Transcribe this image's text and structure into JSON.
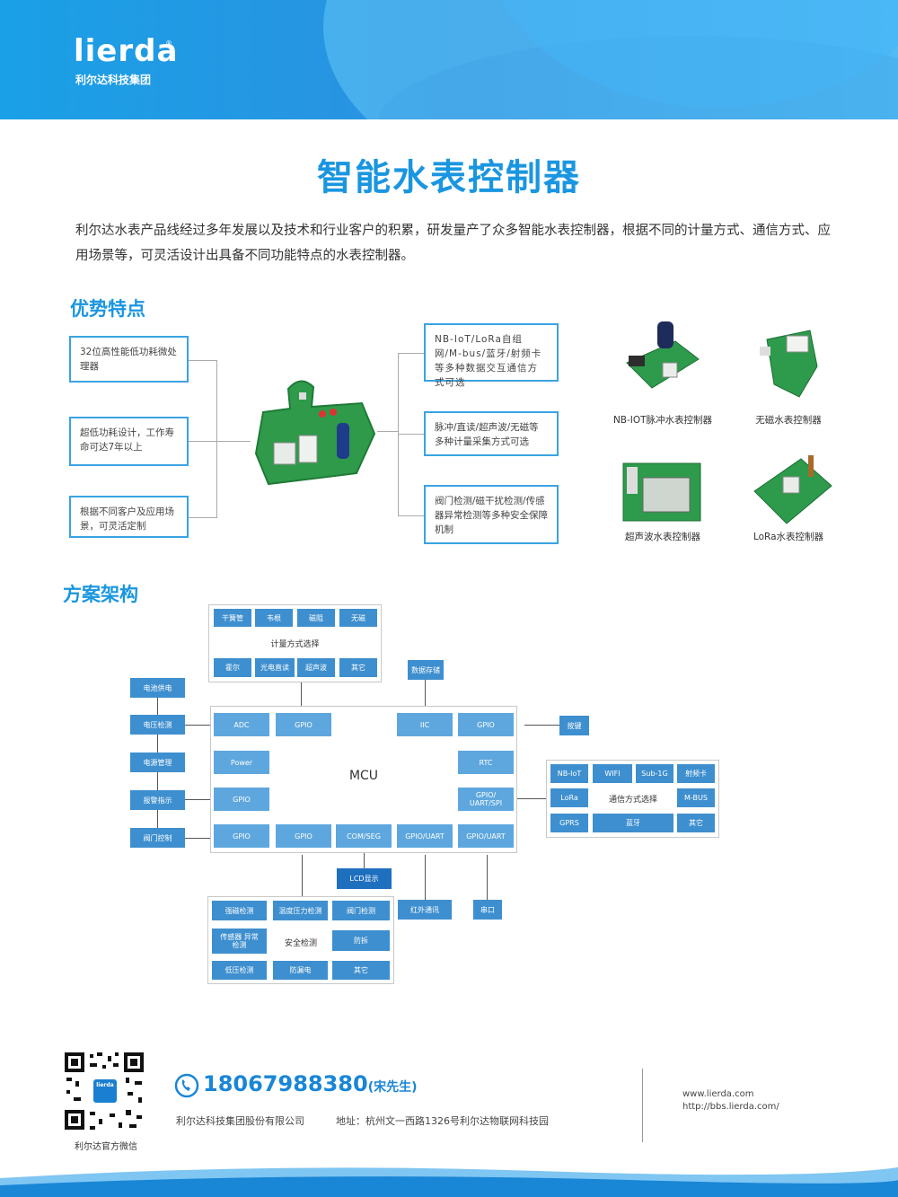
{
  "header": {
    "logo_text": "lierda",
    "logo_mark": "®",
    "logo_subtitle": "利尔达科技集团"
  },
  "title": "智能水表控制器",
  "intro": "利尔达水表产品线经过多年发展以及技术和行业客户的积累，研发量产了众多智能水表控制器，根据不同的计量方式、通信方式、应用场景等，可灵活设计出具备不同功能特点的水表控制器。",
  "advantages": {
    "heading": "优势特点",
    "left": [
      "32位高性能低功耗微处理器",
      "超低功耗设计，工作寿命可达7年以上",
      "根据不同客户及应用场景，可灵活定制"
    ],
    "right": [
      "NB-IoT/LoRa自组网/M-bus/蓝牙/射频卡等多种数据交互通信方式可选",
      "脉冲/直读/超声波/无磁等多种计量采集方式可选",
      "阀门检测/磁干扰检测/传感器异常检测等多种安全保障机制"
    ],
    "products": [
      "NB-IOT脉冲水表控制器",
      "无磁水表控制器",
      "超声波水表控制器",
      "LoRa水表控制器"
    ]
  },
  "architecture": {
    "heading": "方案架构",
    "metering": {
      "label": "计量方式选择",
      "top": [
        "干簧管",
        "韦根",
        "磁阻",
        "无磁"
      ],
      "bottom": [
        "霍尔",
        "光电直读",
        "超声波",
        "其它"
      ]
    },
    "data_storage": "数据存储",
    "left_chain": [
      "电池供电",
      "电压检测",
      "电源管理",
      "报警指示",
      "阀门控制"
    ],
    "mcu": {
      "label": "MCU",
      "adc": "ADC",
      "gpio": "GPIO",
      "iic": "IIC",
      "power": "Power",
      "rtc": "RTC",
      "gpio_uart_spi": "GPIO/ UART/SPI",
      "com_seg": "COM/SEG",
      "gpio_uart": "GPIO/UART"
    },
    "button": "按键",
    "comm": {
      "label": "通信方式选择",
      "items": [
        "NB-IoT",
        "WIFI",
        "Sub-1G",
        "射频卡",
        "LoRa",
        "M-BUS",
        "GPRS",
        "蓝牙",
        "其它"
      ]
    },
    "lcd": "LCD显示",
    "infrared": "红外通讯",
    "serial": "串口",
    "safety": {
      "label": "安全检测",
      "items": [
        "强磁检测",
        "温度压力检测",
        "阀门检测",
        "传感器 异常检测",
        "防拆",
        "低压检测",
        "防漏电",
        "其它"
      ]
    }
  },
  "footer": {
    "phone": "18067988380",
    "contact_name": "(宋先生)",
    "company": "利尔达科技集团股份有限公司",
    "address": "地址：杭州文一西路1326号利尔达物联网科技园",
    "url1": "www.lierda.com",
    "url2": "http://bbs.lierda.com/",
    "qr_caption": "利尔达官方微信",
    "qr_logo": "lierda"
  },
  "colors": {
    "brand_blue": "#1a96e0",
    "box_blue": "#3e8fcf",
    "header_blue": "#2d8fe0"
  }
}
